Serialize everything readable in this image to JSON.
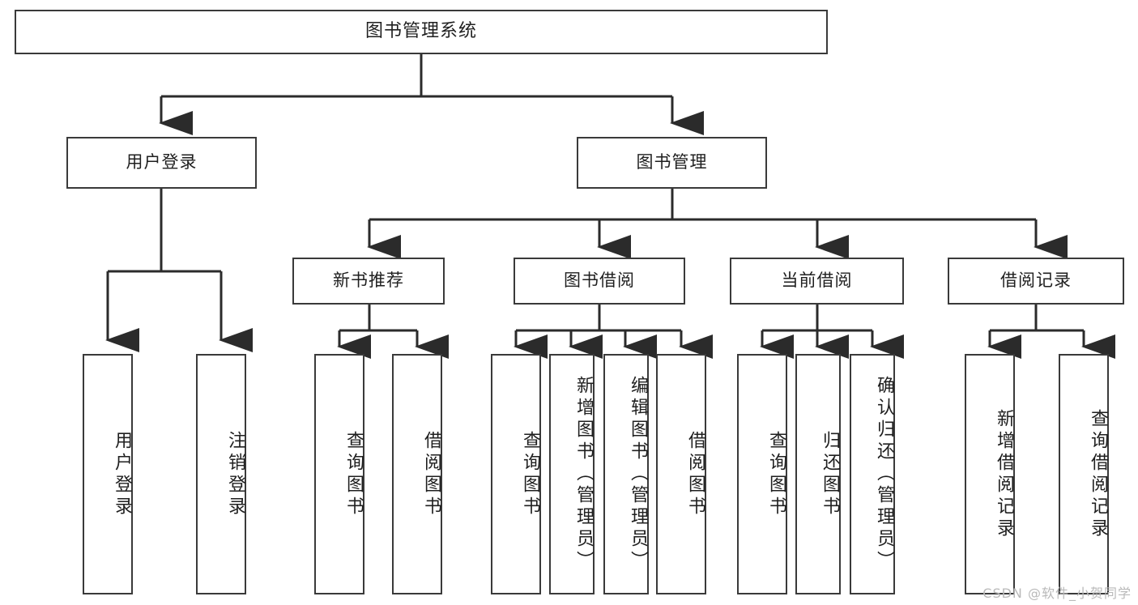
{
  "diagram": {
    "title": "图书管理系统",
    "type": "tree",
    "watermark": "CSDN @软件_小贺同学",
    "nodes": {
      "root": "图书管理系统",
      "level1": [
        {
          "label": "用户登录"
        },
        {
          "label": "图书管理"
        }
      ],
      "level2": [
        {
          "label": "新书推荐"
        },
        {
          "label": "图书借阅"
        },
        {
          "label": "当前借阅"
        },
        {
          "label": "借阅记录"
        }
      ],
      "leaves_user_login": [
        {
          "label": "用户登录"
        },
        {
          "label": "注销登录"
        }
      ],
      "leaves_new_book": [
        {
          "label": "查询图书"
        },
        {
          "label": "借阅图书"
        }
      ],
      "leaves_borrow": [
        {
          "label": "查询图书"
        },
        {
          "label": "新增图书（管理员）"
        },
        {
          "label": "编辑图书（管理员）"
        },
        {
          "label": "借阅图书"
        }
      ],
      "leaves_current": [
        {
          "label": "查询图书"
        },
        {
          "label": "归还图书"
        },
        {
          "label": "确认归还（管理员）"
        }
      ],
      "leaves_record": [
        {
          "label": "新增借阅记录"
        },
        {
          "label": "查询借阅记录"
        }
      ]
    },
    "colors": {
      "box_border": "#3a3a3a",
      "box_fill": "#ffffff",
      "connector": "#2b2b2b",
      "text": "#1f1f1f",
      "watermark": "#b9b9b9"
    }
  }
}
